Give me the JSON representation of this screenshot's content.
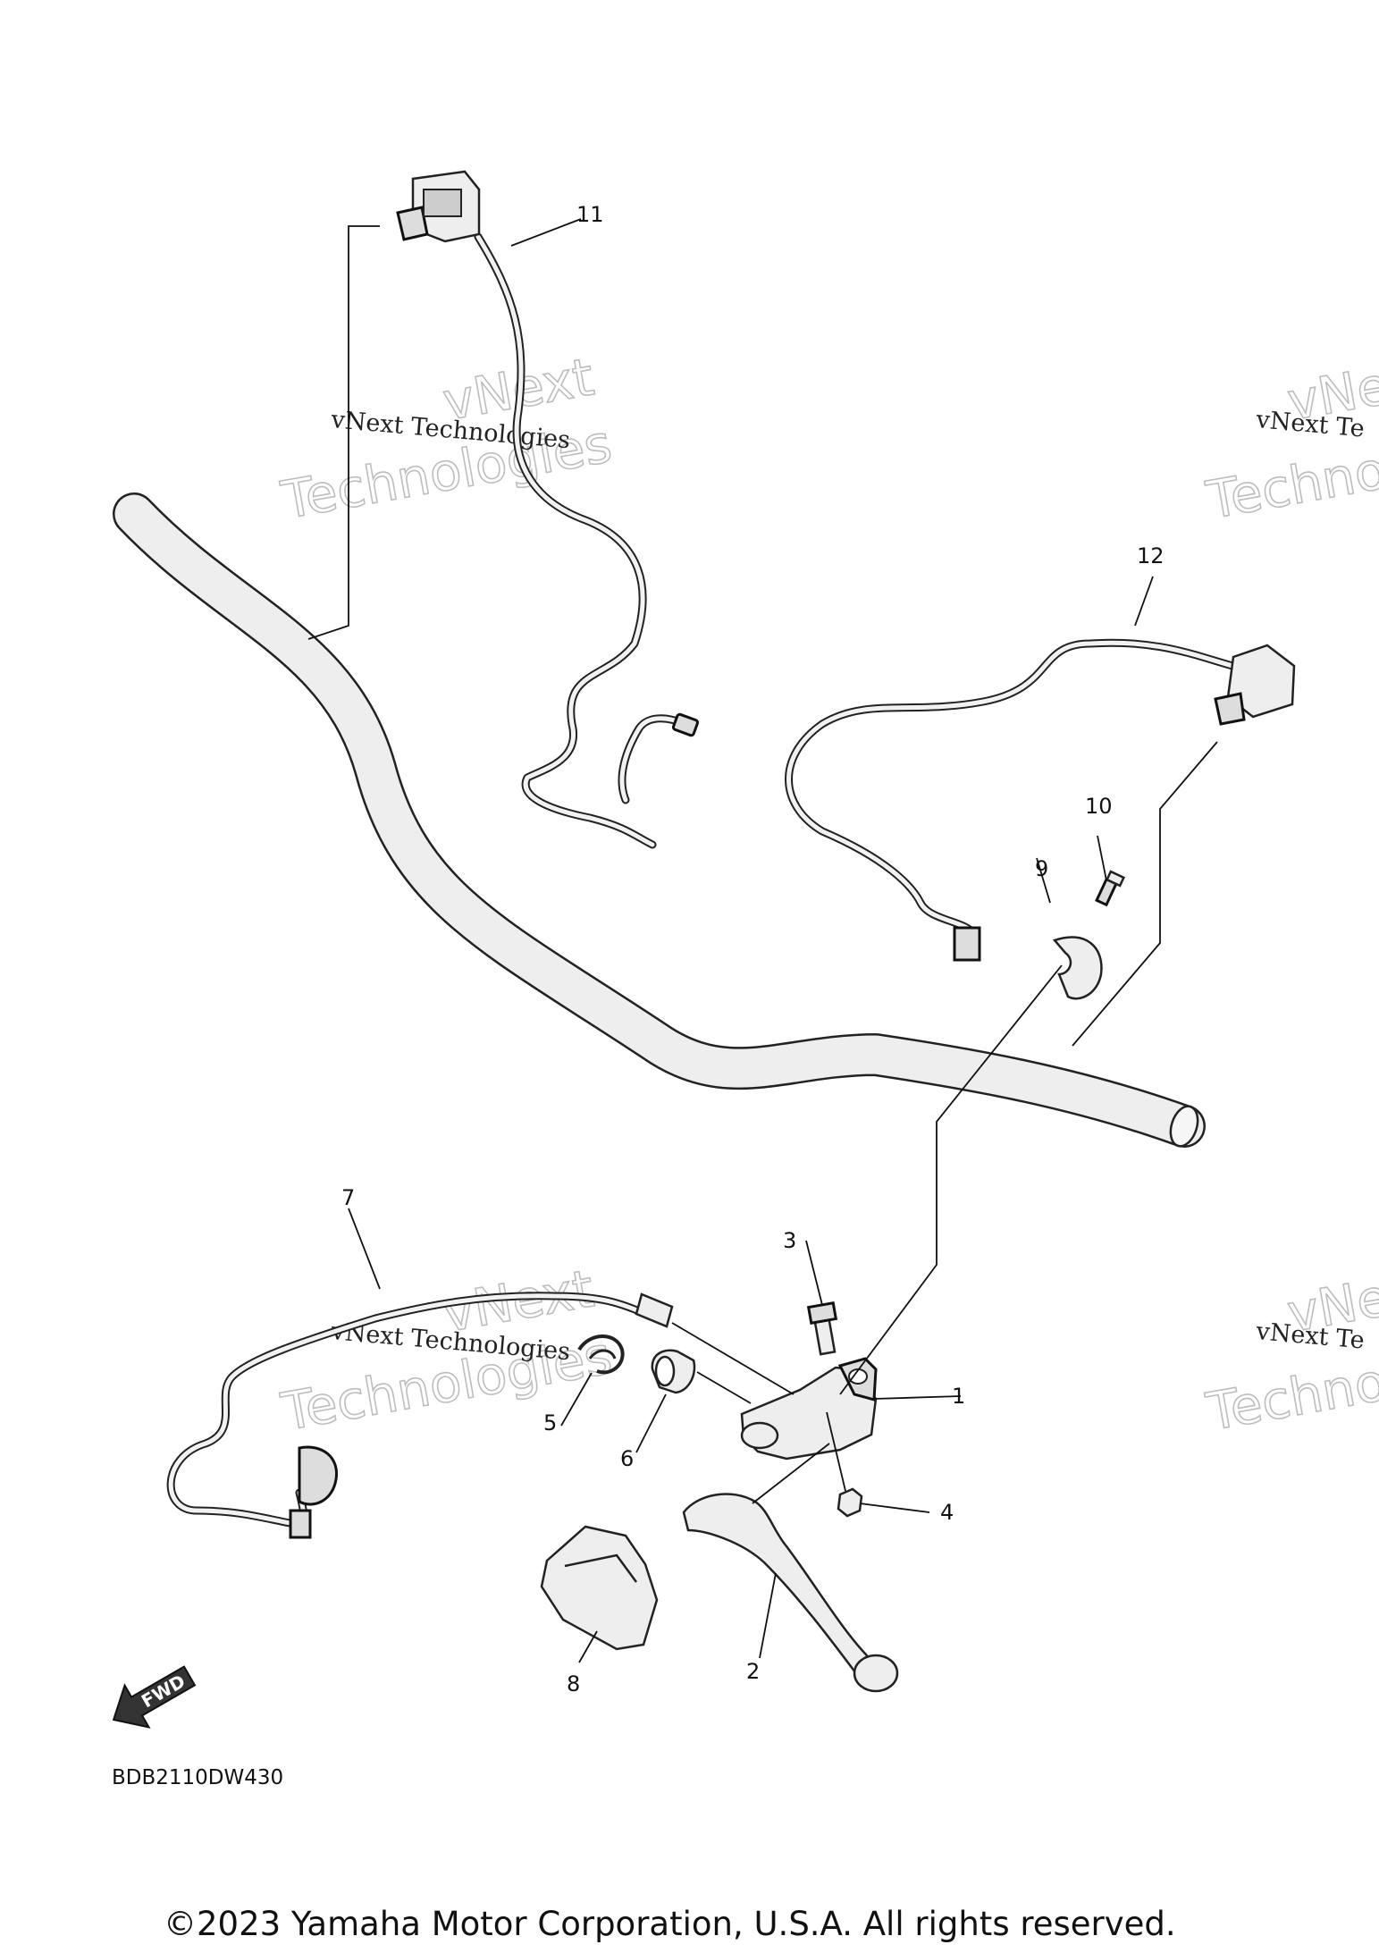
{
  "diagram": {
    "callouts": [
      "1",
      "2",
      "3",
      "4",
      "5",
      "6",
      "7",
      "8",
      "9",
      "10",
      "11",
      "12"
    ],
    "part_code": "BDB2110DW430",
    "fwd_label": "FWD",
    "watermark": {
      "line1": "vNext Technologies",
      "big1": "vNext",
      "big2": "Technologies",
      "partial_small": "vNext Te",
      "partial_big1": "vNex",
      "partial_big2": "Techno"
    },
    "copyright": "©2023 Yamaha Motor Corporation, U.S.A. All rights reserved."
  }
}
